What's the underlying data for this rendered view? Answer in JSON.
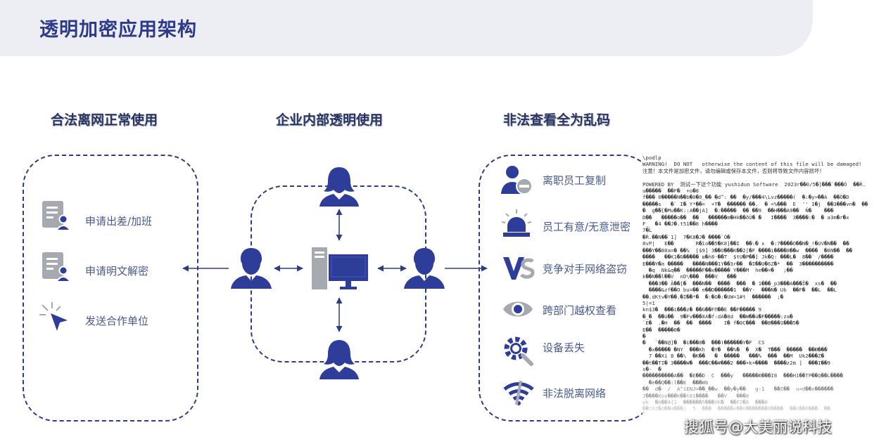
{
  "title": "透明加密应用架构",
  "sections": {
    "left": "合法离网正常使用",
    "middle": "企业内部透明使用",
    "right": "非法查看全为乱码"
  },
  "left_items": [
    {
      "label": "申请出差/加班",
      "icon": "user-document-icon"
    },
    {
      "label": "申请明文解密",
      "icon": "user-document-icon"
    },
    {
      "label": "发送合作单位",
      "icon": "send-cursor-icon"
    }
  ],
  "right_items": [
    {
      "label": "离职员工复制",
      "icon": "user-minus-icon"
    },
    {
      "label": "员工有意/无意泄密",
      "icon": "alarm-light-icon"
    },
    {
      "label": "竞争对手网络盗窃",
      "icon": "vs-icon"
    },
    {
      "label": "跨部门越权查看",
      "icon": "eye-icon"
    },
    {
      "label": "设备丢失",
      "icon": "gear-search-icon"
    },
    {
      "label": "非法脱离网络",
      "icon": "wifi-off-icon"
    }
  ],
  "garbled_lines": [
    "\\podlp",
    "WARNING!  DO NOT   otherwise the content of this file will be damaged!",
    "注意！本文件是加密文件，请勿编辑或保存本文件，否则将导致文件内容损坏！",
    "",
    "POWERED BY  测试一下这个功能 yushidun Software  2023r��0/5�]���`���Ó  ��Ŕ.",
    "u�����  ��F�  +o�8",
    "f��� 0�����N��b�0�0_�� �d^: ��  �y/���4\\Lvz�����(  �:�y>��A  ��Ö�D",
    "�����s   �` I� Y*��=  +T�  ������ ��.  � =%���  E  '' I�j  ��3���vn�  ��",
    "�  g��[�Mu��K::A��jA]  �:�����  �� ��9  ��H���A9��  Ň�    ���",
    "D��   �����o��  ��   ������m�Hk��ðÜ� �   I����  3����:�  � a3m�r�x",
    "F_  �4 ��J�.t51��8 h����",
    "7�Ĺ",
    "�Ŕ.��N�� 1]  7�K8�J� ����`Ó�",
    "8vP|   E�ؚ�       R�ȉo��5�K8]��I  ��:� x  �:7����O��N�_!�UV�N��  ��",
    "���Y��80a=� ��%  [$9] 3��O���K��2[�F ����i����8��w  ����  �8N��  ��",
    "����   ��K1�G����� ш�ǹ8-��T  $tU�P��] Jk�Q: ���L�  8��` /����",
    "E���Y�a �����   ����N���1Y��3r��  �I��U�6Z�*  ��  3����������",
    "  �q  Nk&q��  �����F��x����� Y���M  he��=�   ;��",
    "k��N��l��V  nD\\���  ���V   ���",
    "  ���3�� Ǎ��[�  ���N��  ����  ���  � 1���_p3���A���Ĩ�  xs�  ��",
    "  ����&zf��O bu=�� e��D������1  ��Y-  ���N� Ub  ��F�  ��L  ��L",
    "��.dKtv�Y��.�I��*�  �:�G�:�UW=1#t  ������  ;�",
    "5|=1",
    "kn$3�  ���i���z� ��G��FП��E ��F����� 9",
    "�_�  ��ú��  9�Fv���ǁA�f:dA�8d  ��W��ú�F�����:za�",
    "`E�  .�H  ��  ��  ����    I� f�0C���  ��B���1���5�",
    "E��  �����0�",
    "�",
    "�   `��N@]�  �i���8�  ���ǀ������Y�F  CS",
    "  �x����� �NY  ���Kh  �Y�  ��%�  �  X�  T���  �����  ��Ю���",
    "  7 ��Xi 8 ��\\  �K��   �  �����   ���%  ���  ��M  Uk2���Z�",
    "��t��TI� 3����W�  ���C��#���2 ���+k+����  ����z2m ]  ���I��9",
    "s�-  �",
    "����������A��  �E��D  C  ���y   �����Ю���IB  ���H1��TP��Q��L����",
    "  �e��Q��:l��E  ���Wb",
    "��  d�  /  A^iENJ=��_��w  ��y�y��   g-1   ��I��  u<d��x������",
    "J����Kox���K��t81����   ��V   ���8",
    "yk  �N��4{1  ������5���VK�  ��F2�8  ���8",
    "��I0Z�d��m���j  5  ���  �����e��K�������B����  ��K��B���  ��"
  ],
  "watermark": "搜狐号@大美丽说科技",
  "colors": {
    "primary": "#2e3c9a",
    "title": "#2d3a8c",
    "gray_icon": "#9ea1ab",
    "header_bg": "#eceef4"
  }
}
